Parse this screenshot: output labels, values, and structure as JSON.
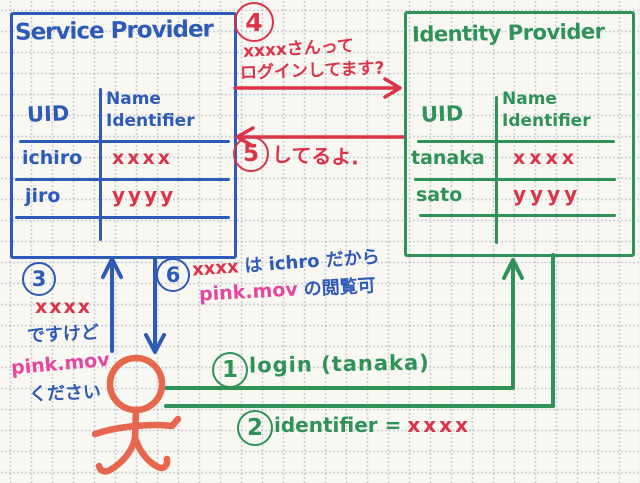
{
  "colors": {
    "blue": "#2e5bb7",
    "red": "#da3448",
    "green": "#2f9357",
    "pink": "#e5489e",
    "orange": "#e7664e",
    "paper": "#f8f7f2",
    "grid_dots": "#969eb4"
  },
  "service_provider": {
    "title": "Service Provider",
    "table": {
      "col_uid": "UID",
      "col_name_line1": "Name",
      "col_name_line2": "Identifier",
      "rows": [
        {
          "uid": "ichiro",
          "name_identifier": "xxxx"
        },
        {
          "uid": "jiro",
          "name_identifier": "yyyy"
        }
      ]
    }
  },
  "identity_provider": {
    "title": "Identity Provider",
    "table": {
      "col_uid": "UID",
      "col_name_line1": "Name",
      "col_name_line2": "Identifier",
      "rows": [
        {
          "uid": "tanaka",
          "name_identifier": "xxxx"
        },
        {
          "uid": "sato",
          "name_identifier": "yyyy"
        }
      ]
    }
  },
  "steps": {
    "1": {
      "number": "1",
      "label": "login (tanaka)"
    },
    "2": {
      "number": "2",
      "label_left": "identifier =",
      "label_value": "xxxx"
    },
    "3": {
      "number": "3",
      "lines": [
        "xxxx",
        "ですけど",
        "pink.mov",
        "ください"
      ]
    },
    "4": {
      "number": "4",
      "lines": [
        "xxxxさんって",
        "ログインしてます?"
      ]
    },
    "5": {
      "number": "5",
      "label": "してるよ."
    },
    "6": {
      "number": "6",
      "value_red": "xxxx",
      "text_mid": "は ichro だから",
      "file_pink": "pink.mov",
      "text_end": "の閲覧可"
    }
  },
  "icons": {
    "actor": "stick-figure-user"
  }
}
